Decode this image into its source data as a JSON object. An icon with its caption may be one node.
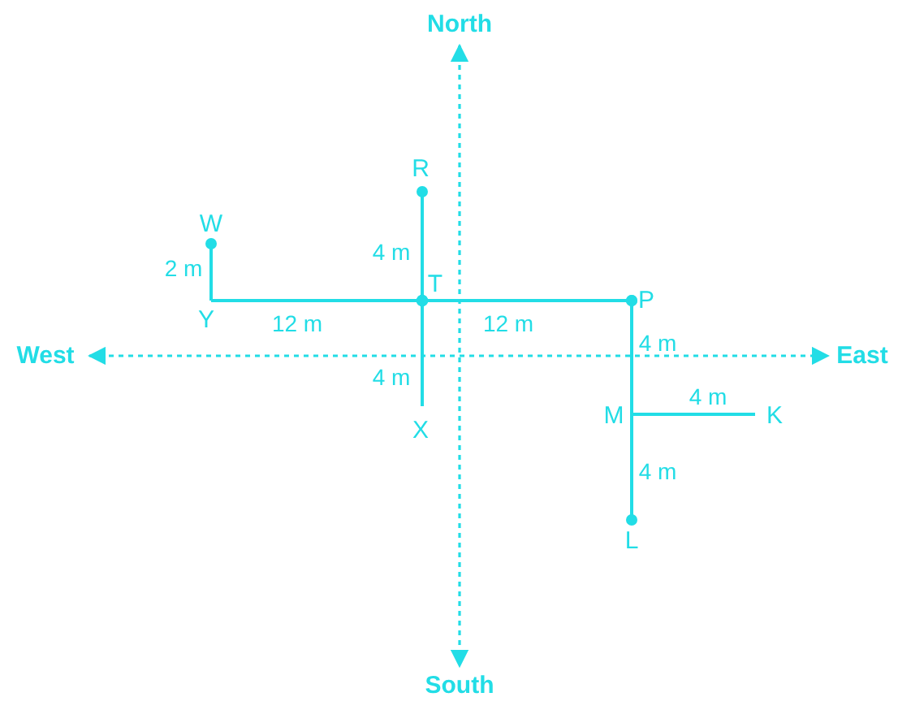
{
  "diagram": {
    "nodes": [
      {
        "text": [
          "W"
        ]
      },
      {
        "text": [
          "Y"
        ]
      },
      {
        "text": [
          "T"
        ]
      },
      {
        "text": [
          "R"
        ]
      },
      {
        "text": [
          "X"
        ]
      },
      {
        "text": [
          "P"
        ]
      },
      {
        "text": [
          "M"
        ]
      },
      {
        "text": [
          "K"
        ]
      },
      {
        "text": [
          "L"
        ]
      }
    ],
    "edges": [
      {
        "from": 0,
        "to": 1,
        "arrow": "other",
        "label": "2 m"
      },
      {
        "from": 1,
        "to": 2,
        "arrow": "other",
        "label": "12 m"
      },
      {
        "from": 2,
        "to": 5,
        "arrow": "other",
        "label": "12 m"
      },
      {
        "from": 2,
        "to": 3,
        "arrow": "other",
        "label": "4 m"
      },
      {
        "from": 2,
        "to": 4,
        "arrow": "other",
        "label": "4 m"
      },
      {
        "from": 5,
        "to": 6,
        "arrow": "other",
        "label": "4 m"
      },
      {
        "from": 6,
        "to": 7,
        "arrow": "none",
        "label": "4 m"
      },
      {
        "from": 6,
        "to": 8,
        "arrow": "other",
        "label": "4 m"
      }
    ],
    "labels": [
      "North",
      "West",
      "East",
      "South"
    ]
  }
}
